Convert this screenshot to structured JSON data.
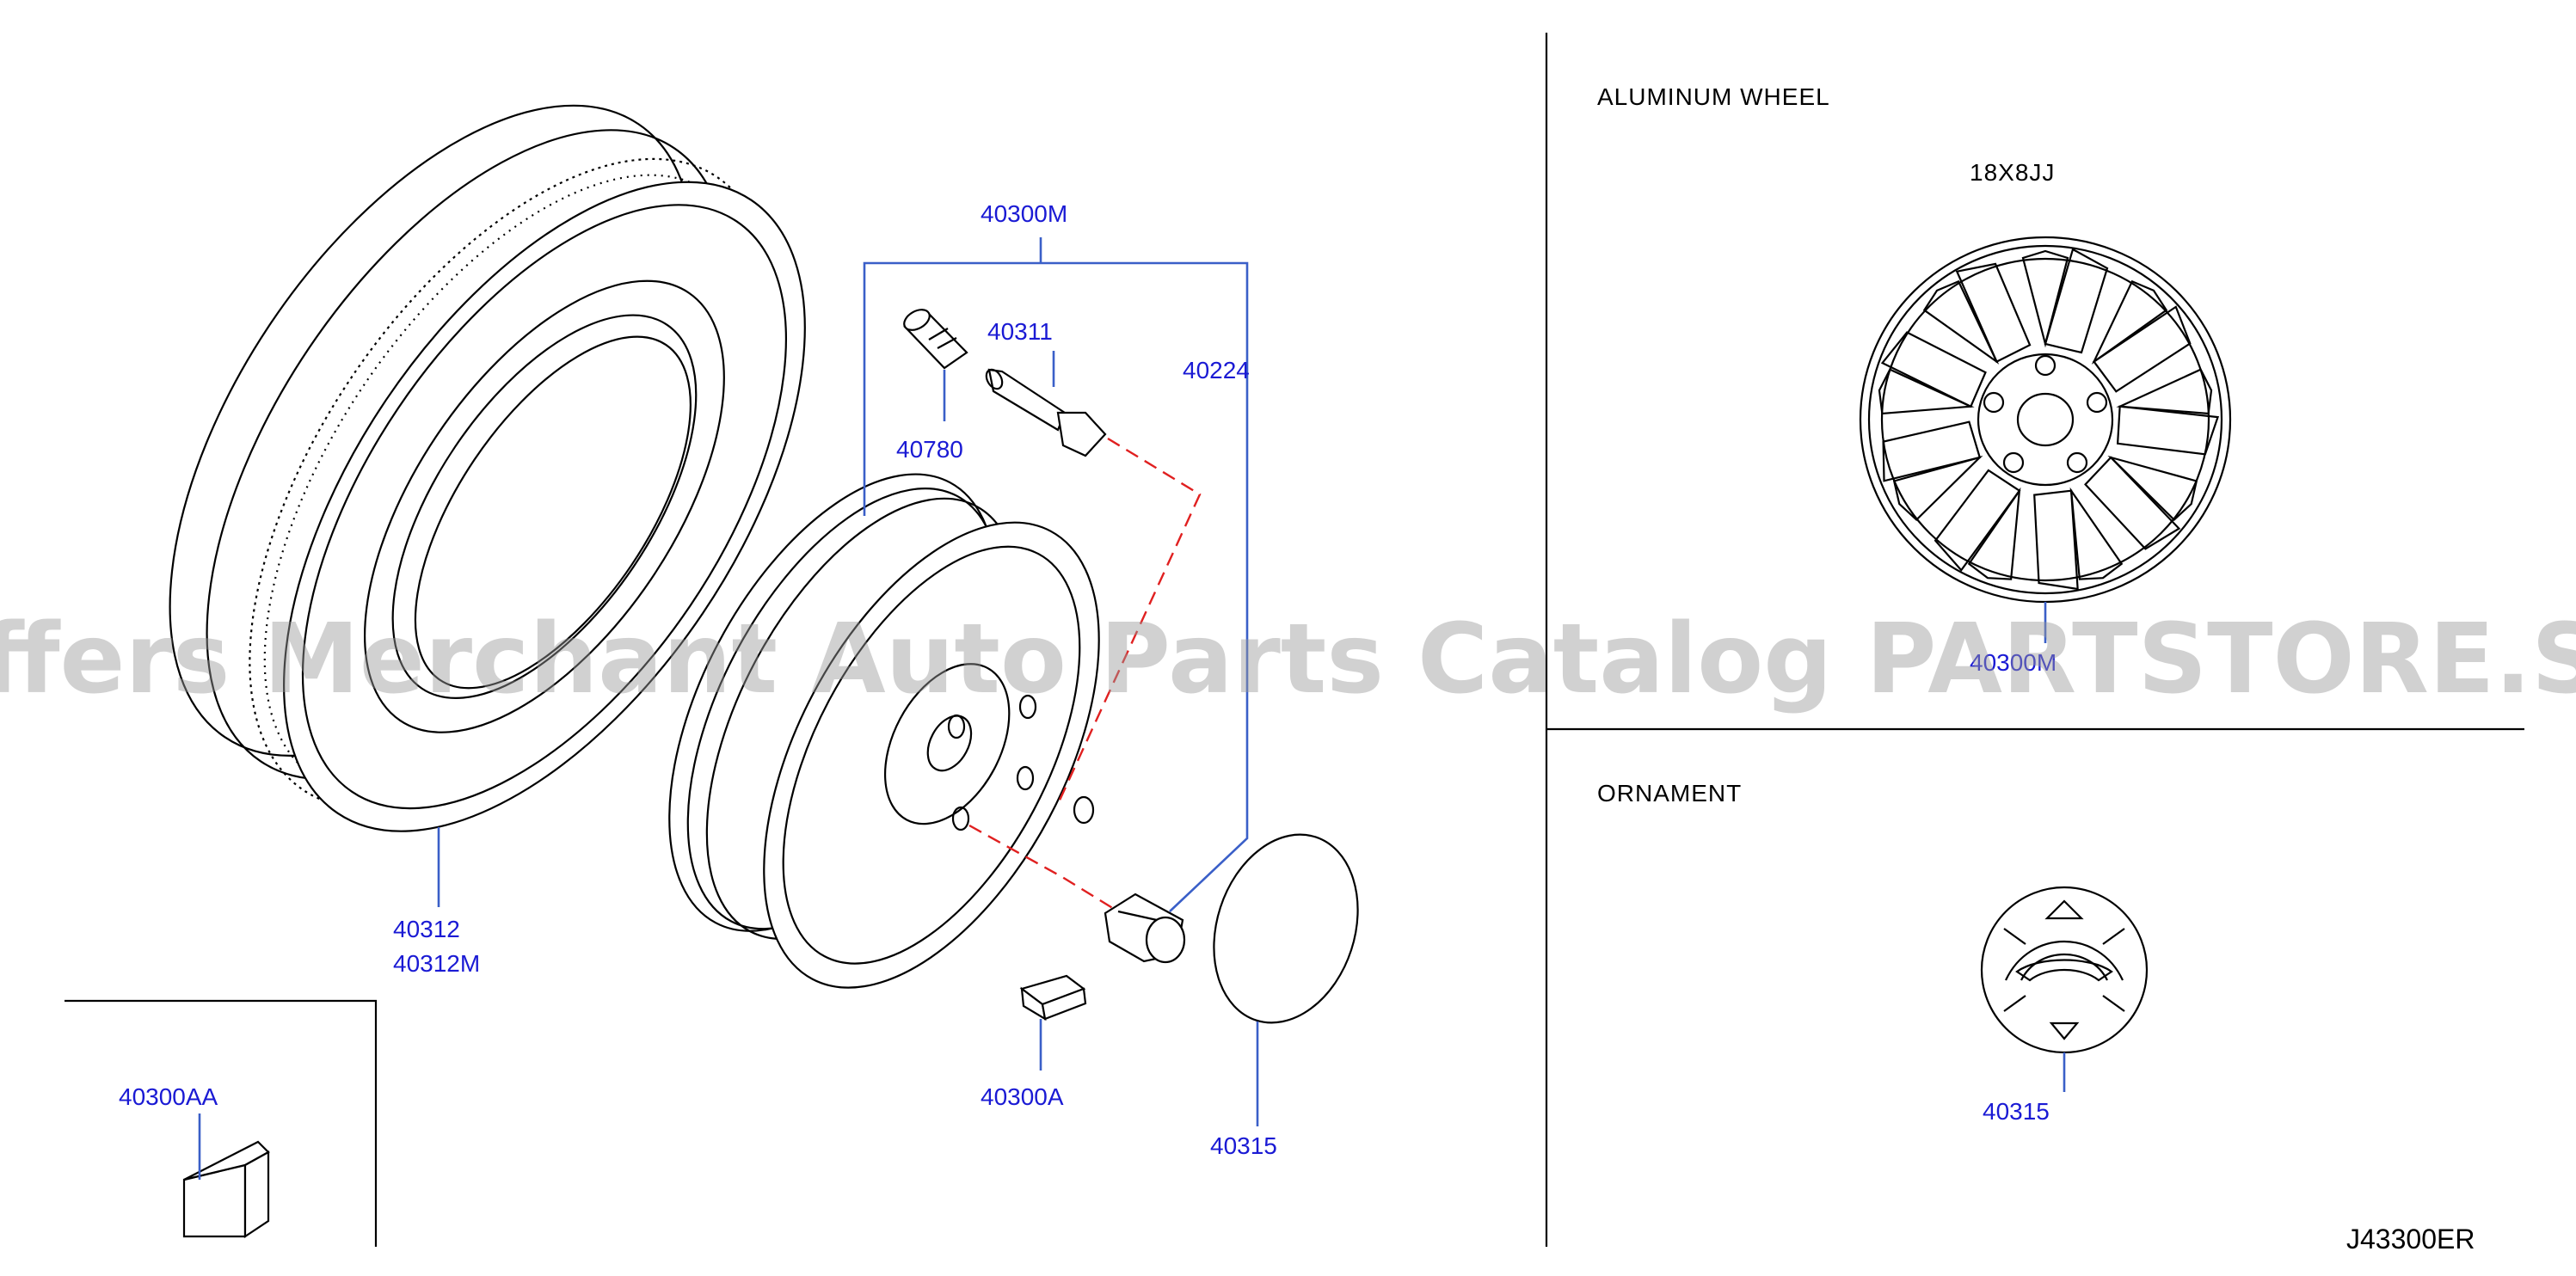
{
  "sections": {
    "aluminum_wheel": "ALUMINUM   WHEEL",
    "wheel_size": "18X8JJ",
    "ornament": "ORNAMENT"
  },
  "parts": {
    "assy_wheel": "40300M",
    "valve": "40311",
    "valve_cap": "40780",
    "nut": "40224",
    "tire": "40312",
    "tire_alt": "40312M",
    "balance_weight_a": "40300AA",
    "balance_weight_b": "40300A",
    "ornament_left": "40315",
    "aluminum_wheel_part": "40300M",
    "ornament_right": "40315"
  },
  "diagram_code": "J43300ER",
  "watermark": "Offers Merchant Auto Parts Catalog PARTSTORE.SA",
  "colors": {
    "label": "#1a1ad4",
    "leader": "#3a5fc8",
    "dashed": "#e02020",
    "line": "#000000"
  }
}
